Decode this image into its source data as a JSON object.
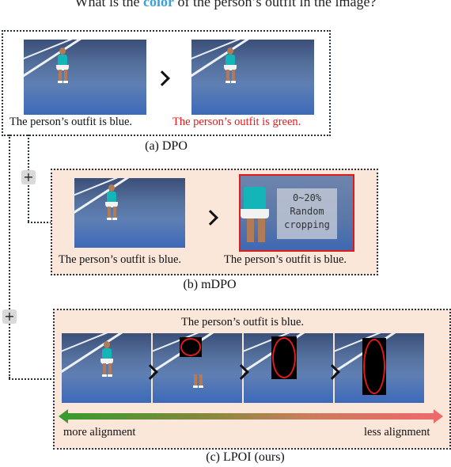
{
  "question": {
    "pre": "What is the ",
    "highlight": "color",
    "post": " of the person’s outfit in the image?"
  },
  "dpo": {
    "caption_left": "The person’s outfit is blue.",
    "caption_right": "The person’s outfit is green.",
    "label": "(a) DPO"
  },
  "mdpo": {
    "caption_left": "The person’s outfit is blue.",
    "caption_right": "The person’s outfit is blue.",
    "crop_note_line1": "0~20%",
    "crop_note_line2": "Random",
    "crop_note_line3": "cropping",
    "label": "(b) mDPO"
  },
  "lpoi": {
    "header": "The person’s outfit is blue.",
    "left_label": "more alignment",
    "right_label": "less alignment",
    "label": "(c) LPOI (ours)"
  },
  "plus_symbol": "+",
  "colors": {
    "highlight": "#3da0d8",
    "negative": "#e21b1b",
    "mask_outline": "#e11a1a",
    "panel_bg": "#fbe6da"
  }
}
